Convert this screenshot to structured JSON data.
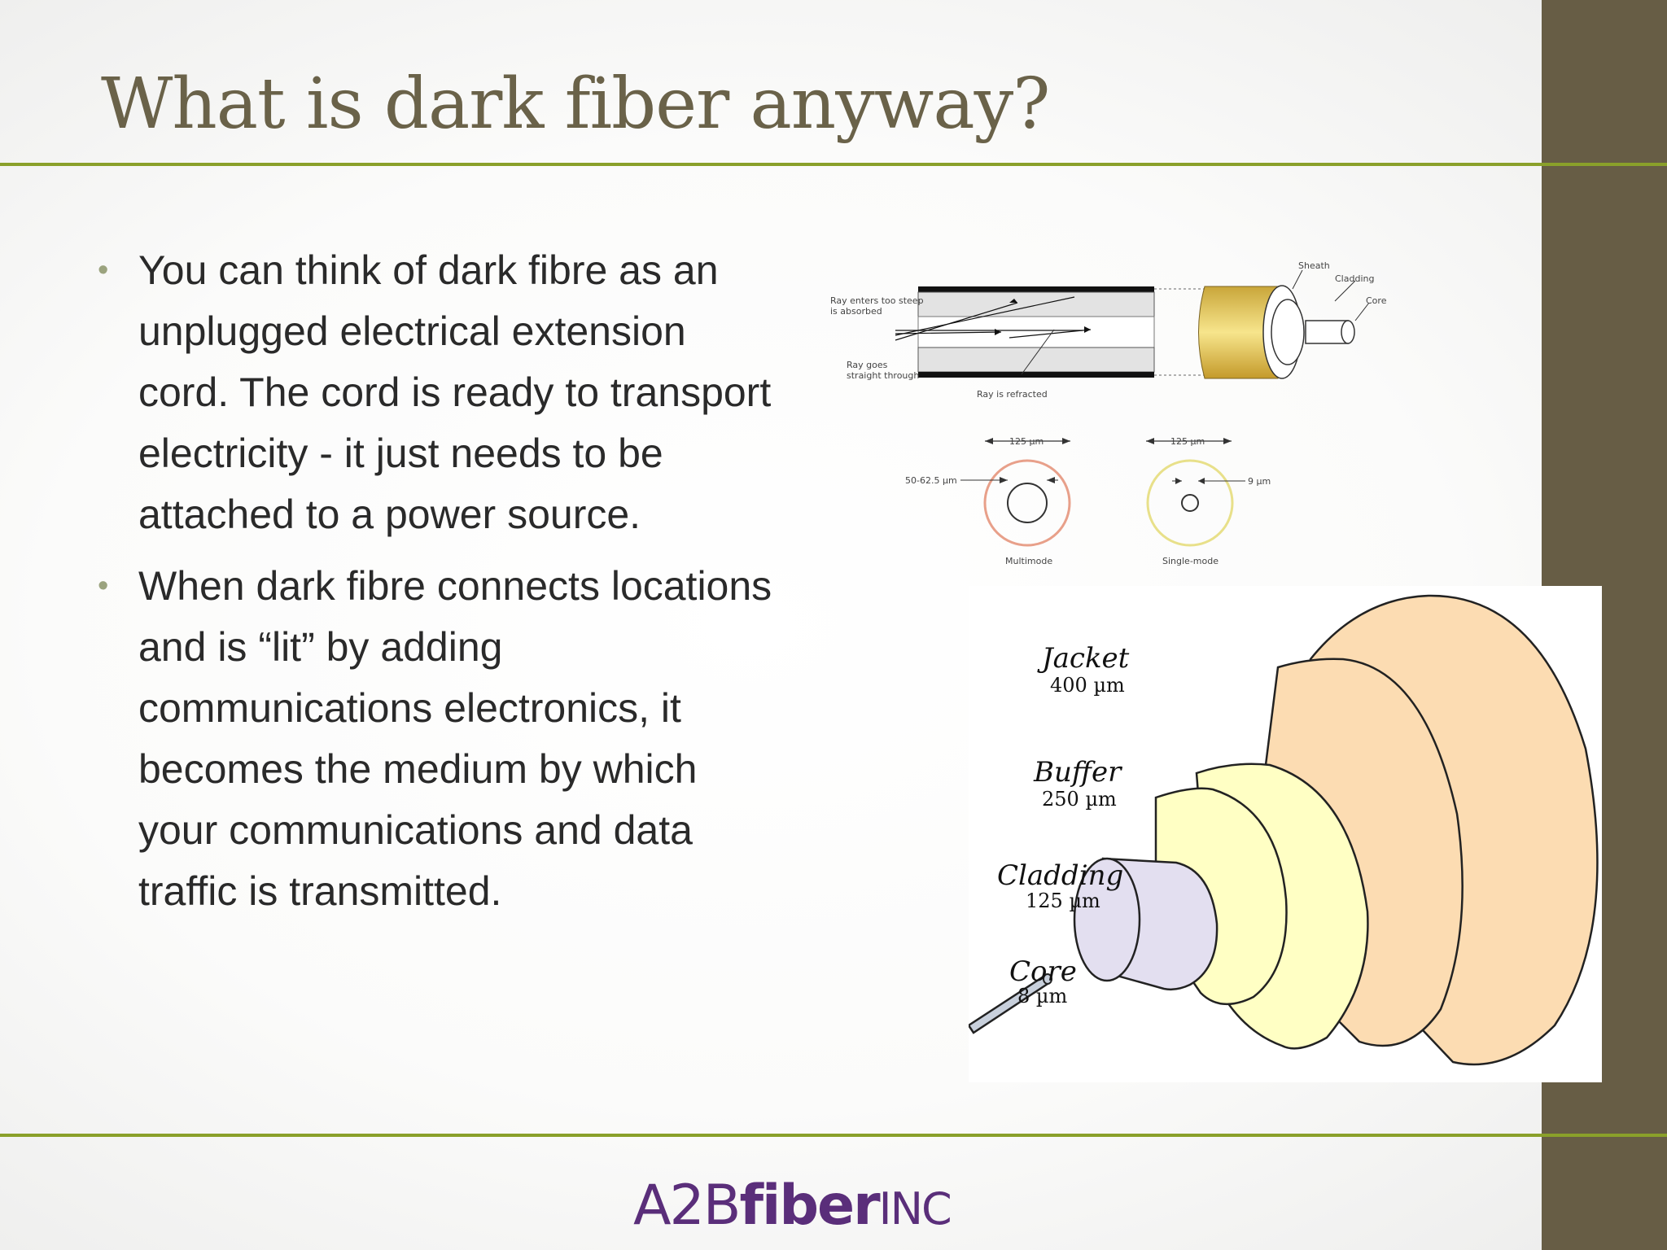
{
  "slide": {
    "title": "What is dark fiber anyway?",
    "bullets": [
      "You can think of dark fibre as an unplugged electrical extension cord.  The cord is ready to transport electricity - it just needs to be attached to a power source.",
      "When dark fibre connects locations and is “lit” by adding communications electronics, it becomes the medium by which your communications and data traffic is transmitted."
    ]
  },
  "cable_diagram": {
    "labels": {
      "sheath": "Sheath",
      "cladding": "Cladding",
      "core": "Core",
      "absorbed_1": "Ray enters too steep",
      "absorbed_2": "is absorbed",
      "straight_1": "Ray goes",
      "straight_2": "straight through",
      "refracted": "Ray is refracted"
    }
  },
  "mode_diagram": {
    "multimode": {
      "width": "125 µm",
      "core": "50-62.5 µm",
      "label": "Multimode"
    },
    "singlemode": {
      "width": "125 µm",
      "core": "9 µm",
      "label": "Single-mode"
    }
  },
  "layer_diagram": {
    "layers": [
      {
        "name": "Jacket",
        "size": "400 µm",
        "color": "#fcdcb2"
      },
      {
        "name": "Buffer",
        "size": "250 µm",
        "color": "#ffffc4"
      },
      {
        "name": "Cladding",
        "size": "125 µm",
        "color": "#e3dff0"
      },
      {
        "name": "Core",
        "size": "8 µm",
        "color": "#c8d0dc"
      }
    ]
  },
  "footer": {
    "logo_light": "A2B",
    "logo_bold": "fiber",
    "logo_suffix": "INC"
  },
  "colors": {
    "title": "#6a6249",
    "accent_rule": "#8aa02a",
    "right_band": "#675d45",
    "logo": "#5a2e7a"
  }
}
